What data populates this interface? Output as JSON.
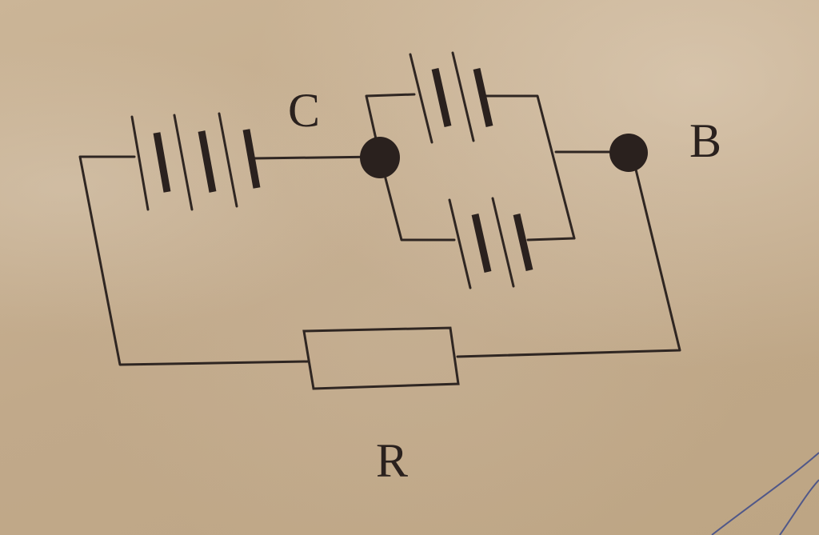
{
  "diagram": {
    "labels": {
      "c": "C",
      "b": "B",
      "r": "R"
    },
    "colors": {
      "paper": "#c4ad90",
      "ink": "#2f2622",
      "pen": "#3d4a8a"
    }
  }
}
